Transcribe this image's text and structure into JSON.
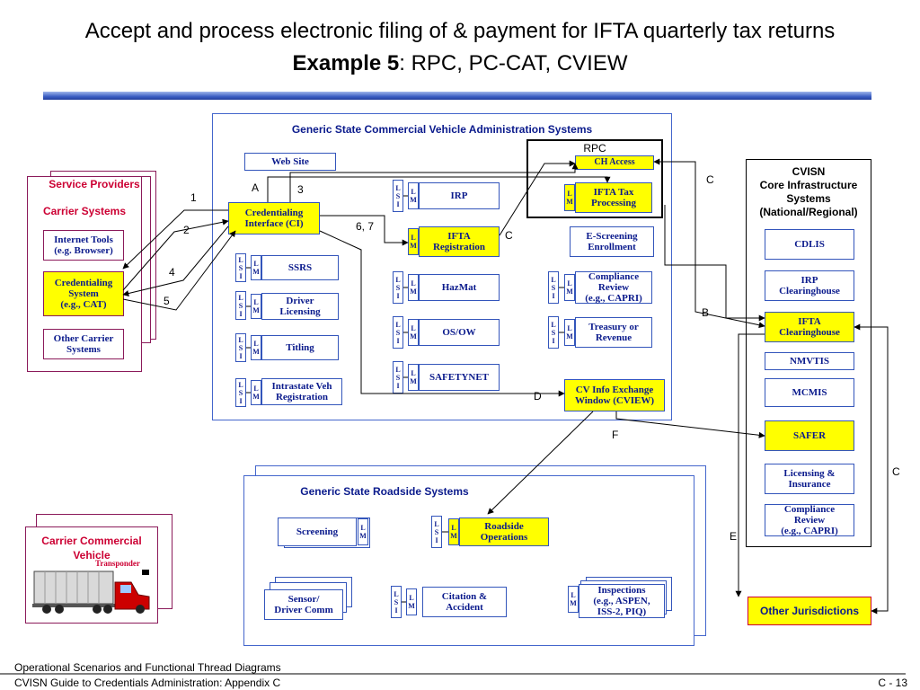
{
  "title": {
    "line1": "Accept and process electronic filing of & payment for IFTA quarterly tax returns",
    "line2_bold": "Example 5",
    "line2_rest": ": RPC, PC-CAT, CVIEW"
  },
  "state_panel": {
    "title": "Generic State Commercial Vehicle Administration Systems",
    "web_site": "Web Site",
    "ci_line1": "Credentialing",
    "ci_line2": "Interface (CI)",
    "irp": "IRP",
    "ifta_reg_1": "IFTA",
    "ifta_reg_2": "Registration",
    "hazmat": "HazMat",
    "osow": "OS/OW",
    "safetynet": "SAFETYNET",
    "ssrs": "SSRS",
    "driver_1": "Driver",
    "driver_2": "Licensing",
    "titling": "Titling",
    "intrastate_1": "Intrastate Veh",
    "intrastate_2": "Registration",
    "rpc": "RPC",
    "ch_access": "CH Access",
    "ifta_tax_1": "IFTA Tax",
    "ifta_tax_2": "Processing",
    "escreen_1": "E-Screening",
    "escreen_2": "Enrollment",
    "comp_1": "Compliance",
    "comp_2": "Review",
    "comp_3": "(e.g., CAPRI)",
    "treas_1": "Treasury or",
    "treas_2": "Revenue",
    "cview_1": "CV Info Exchange",
    "cview_2": "Window (CVIEW)"
  },
  "lsi": {
    "l": "L",
    "s": "S",
    "i": "I",
    "m": "M"
  },
  "service_providers": {
    "title": "Service Providers",
    "carrier_title": "Carrier Systems",
    "internet_1": "Internet Tools",
    "internet_2": "(e.g. Browser)",
    "cred_1": "Credentialing",
    "cred_2": "System",
    "cred_3": "(e.g., CAT)",
    "other_1": "Other Carrier",
    "other_2": "Systems"
  },
  "vehicle": {
    "title_1": "Carrier Commercial",
    "title_2": "Vehicle",
    "transponder": "Transponder"
  },
  "cvisn": {
    "title_1": "CVISN",
    "title_2": "Core Infrastructure",
    "title_3": "Systems",
    "title_4": "(National/Regional)",
    "cdlis": "CDLIS",
    "irp_ch_1": "IRP",
    "irp_ch_2": "Clearinghouse",
    "ifta_ch_1": "IFTA",
    "ifta_ch_2": "Clearinghouse",
    "nmvtis": "NMVTIS",
    "mcmis": "MCMIS",
    "safer": "SAFER",
    "lic_1": "Licensing &",
    "lic_2": "Insurance",
    "comp_1": "Compliance",
    "comp_2": "Review",
    "comp_3": "(e.g., CAPRI)"
  },
  "roadside": {
    "title": "Generic State Roadside Systems",
    "screening": "Screening",
    "roadside_ops_1": "Roadside",
    "roadside_ops_2": "Operations",
    "sensor_1": "Sensor/",
    "sensor_2": "Driver Comm",
    "citation_1": "Citation &",
    "citation_2": "Accident",
    "insp_1": "Inspections",
    "insp_2": "(e.g., ASPEN,",
    "insp_3": "ISS-2, PIQ)"
  },
  "other_jurisdictions": "Other Jurisdictions",
  "flow_labels": {
    "n1": "1",
    "n2": "2",
    "n3": "3",
    "n4": "4",
    "n5": "5",
    "n67": "6, 7",
    "a": "A",
    "b": "B",
    "c1": "C",
    "c2": "C",
    "c3": "C",
    "d": "D",
    "e": "E",
    "f": "F"
  },
  "footer": {
    "line1": "Operational Scenarios and Functional Thread Diagrams",
    "line2": "CVISN Guide to Credentials Administration:  Appendix C",
    "page": "C - 13"
  }
}
